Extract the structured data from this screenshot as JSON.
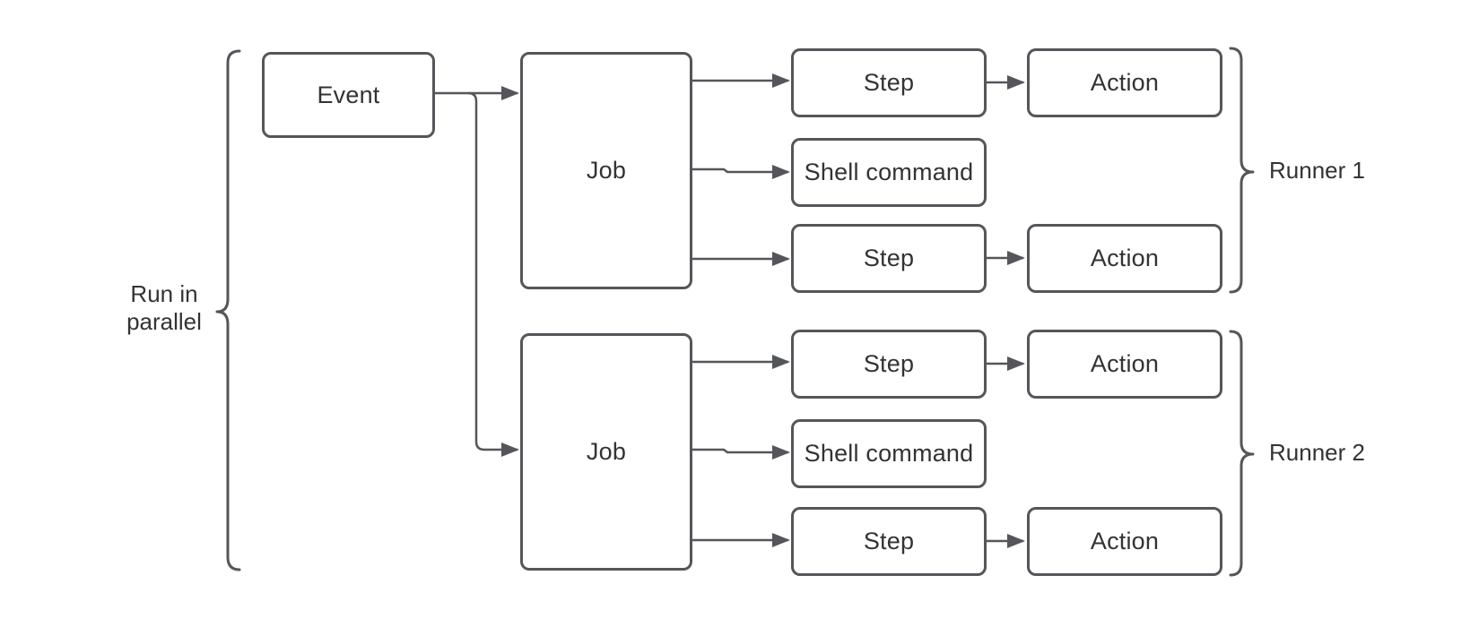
{
  "diagram": {
    "title": "workflow-runner-diagram",
    "colors": {
      "background": "#ffffff",
      "stroke": "#54565a",
      "text": "#333333",
      "node_fill": "#ffffff"
    },
    "nodes": {
      "event": {
        "label": "Event"
      },
      "job1": {
        "label": "Job"
      },
      "job2": {
        "label": "Job"
      },
      "step1a": {
        "label": "Step"
      },
      "shell1": {
        "label": "Shell command"
      },
      "step1b": {
        "label": "Step"
      },
      "action1a": {
        "label": "Action"
      },
      "action1b": {
        "label": "Action"
      },
      "step2a": {
        "label": "Step"
      },
      "shell2": {
        "label": "Shell command"
      },
      "step2b": {
        "label": "Step"
      },
      "action2a": {
        "label": "Action"
      },
      "action2b": {
        "label": "Action"
      }
    },
    "annotations": {
      "parallel_label": "Run in\nparallel",
      "runner1_label": "Runner 1",
      "runner2_label": "Runner 2"
    }
  }
}
